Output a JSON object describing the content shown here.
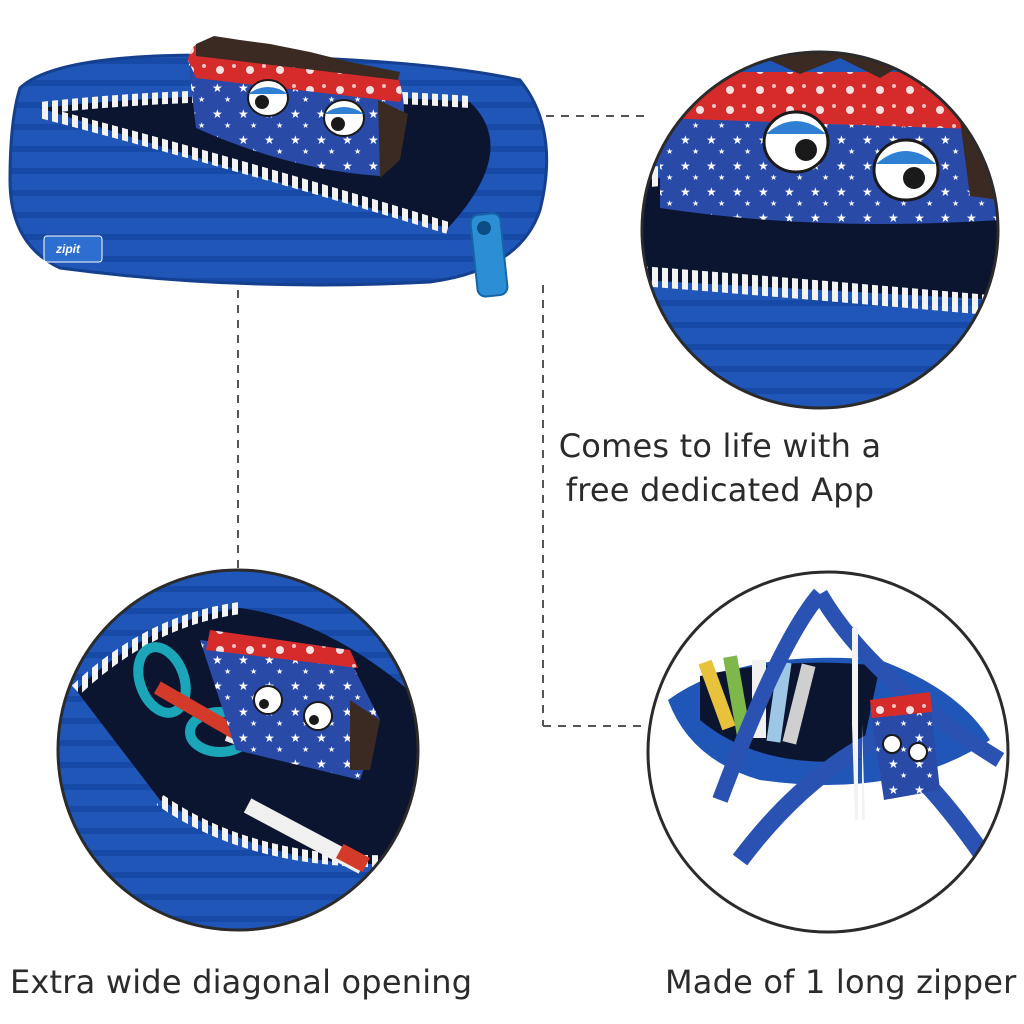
{
  "captions": {
    "app_line1": "Comes to life with a",
    "app_line2": "free dedicated App",
    "diagonal": "Extra wide diagonal opening",
    "zipper": "Made of 1 long zipper"
  },
  "brand": {
    "tag": "zipit"
  },
  "colors": {
    "pouch_blue": "#1f56b8",
    "pouch_dark": "#153f8f",
    "zipper_teeth": "#f3f3f3",
    "inner_dark": "#0b1530",
    "bandana_red": "#d62b2b",
    "hair_dark": "#3a2a22",
    "circle_stroke": "#2b2b2b",
    "connector": "#555555",
    "caption_text": "#2b2b2b"
  }
}
